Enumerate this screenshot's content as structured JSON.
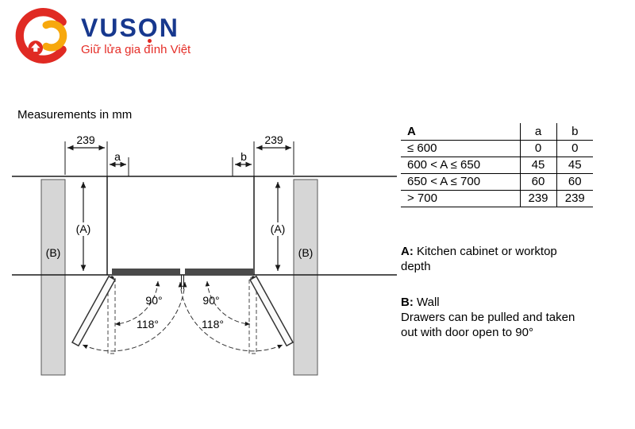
{
  "logo": {
    "brand": "VUSON",
    "tagline": "Giữ lửa gia đình Việt",
    "colors": {
      "red": "#e02a23",
      "yellow": "#f7a80d",
      "blue": "#17388e"
    }
  },
  "diagram": {
    "title": "Measurements in mm",
    "labels": {
      "dim_left": "239",
      "dim_right": "239",
      "a": "a",
      "b": "b",
      "depth_left": "(A)",
      "depth_right": "(A)",
      "wall_left": "(B)",
      "wall_right": "(B)",
      "angle90_left": "90°",
      "angle90_right": "90°",
      "angle118_left": "118°",
      "angle118_right": "118°"
    }
  },
  "table": {
    "col_headers": [
      "A",
      "a",
      "b"
    ],
    "rows": [
      {
        "range": "≤ 600",
        "a": "0",
        "b": "0"
      },
      {
        "range": "600 < A ≤ 650",
        "a": "45",
        "b": "45"
      },
      {
        "range": "650 < A ≤ 700",
        "a": "60",
        "b": "60"
      },
      {
        "range": "> 700",
        "a": "239",
        "b": "239"
      }
    ]
  },
  "legend": {
    "a_key": "A:",
    "a_text": "Kitchen cabinet or worktop depth",
    "b_key": "B:",
    "b_text": "Wall",
    "note": "Drawers can be pulled and taken out with door open to 90°"
  }
}
